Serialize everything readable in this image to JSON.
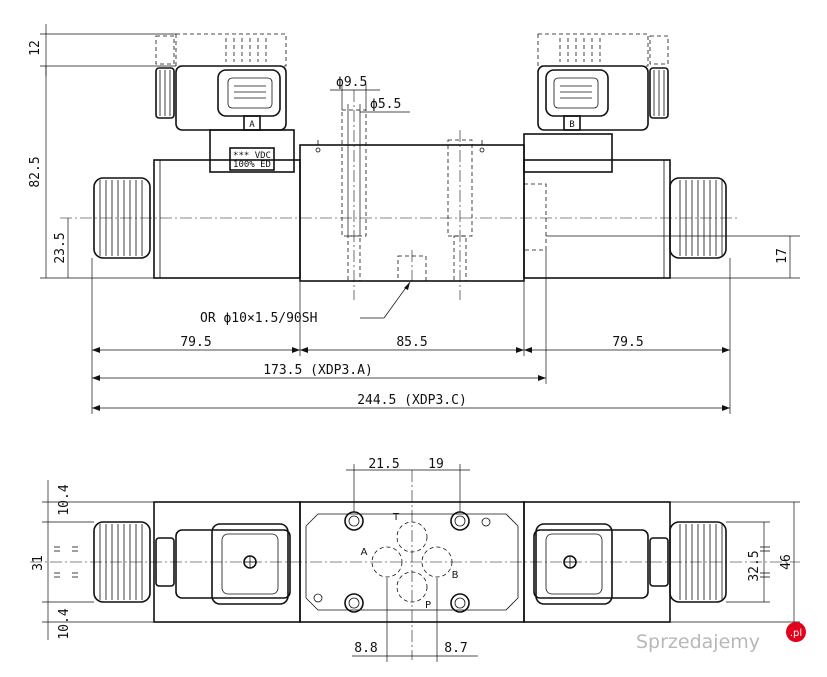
{
  "front_view": {
    "dims": {
      "top_offset": "12",
      "overall_height": "82.5",
      "axis_height": "23.5",
      "right_offset": "17",
      "bore_large": "ϕ9.5",
      "bore_small": "ϕ5.5",
      "oring": "OR ϕ10×1.5/90SH",
      "left_coil": "79.5",
      "body": "85.5",
      "right_coil": "79.5",
      "length_a": "173.5 (XDP3.A)",
      "length_c": "244.5 (XDP3.C)"
    },
    "connector_letters": {
      "left": "A",
      "right": "B"
    },
    "label_plate": {
      "line1": "*** VDC",
      "line2": "100% ED"
    }
  },
  "top_view": {
    "dims": {
      "spacing_left": "21.5",
      "spacing_right": "19",
      "edge_top": "10.4",
      "width_left": "31",
      "edge_bottom": "10.4",
      "width_right": "32.5",
      "overall_width": "46",
      "offset_left": "8.8",
      "offset_right": "8.7"
    },
    "ports": {
      "t": "T",
      "a": "A",
      "b": "B",
      "p": "P"
    }
  },
  "watermark": {
    "text": "Sprzedajemy",
    "suffix": ".pl",
    "accent_color": "#e2001a"
  }
}
